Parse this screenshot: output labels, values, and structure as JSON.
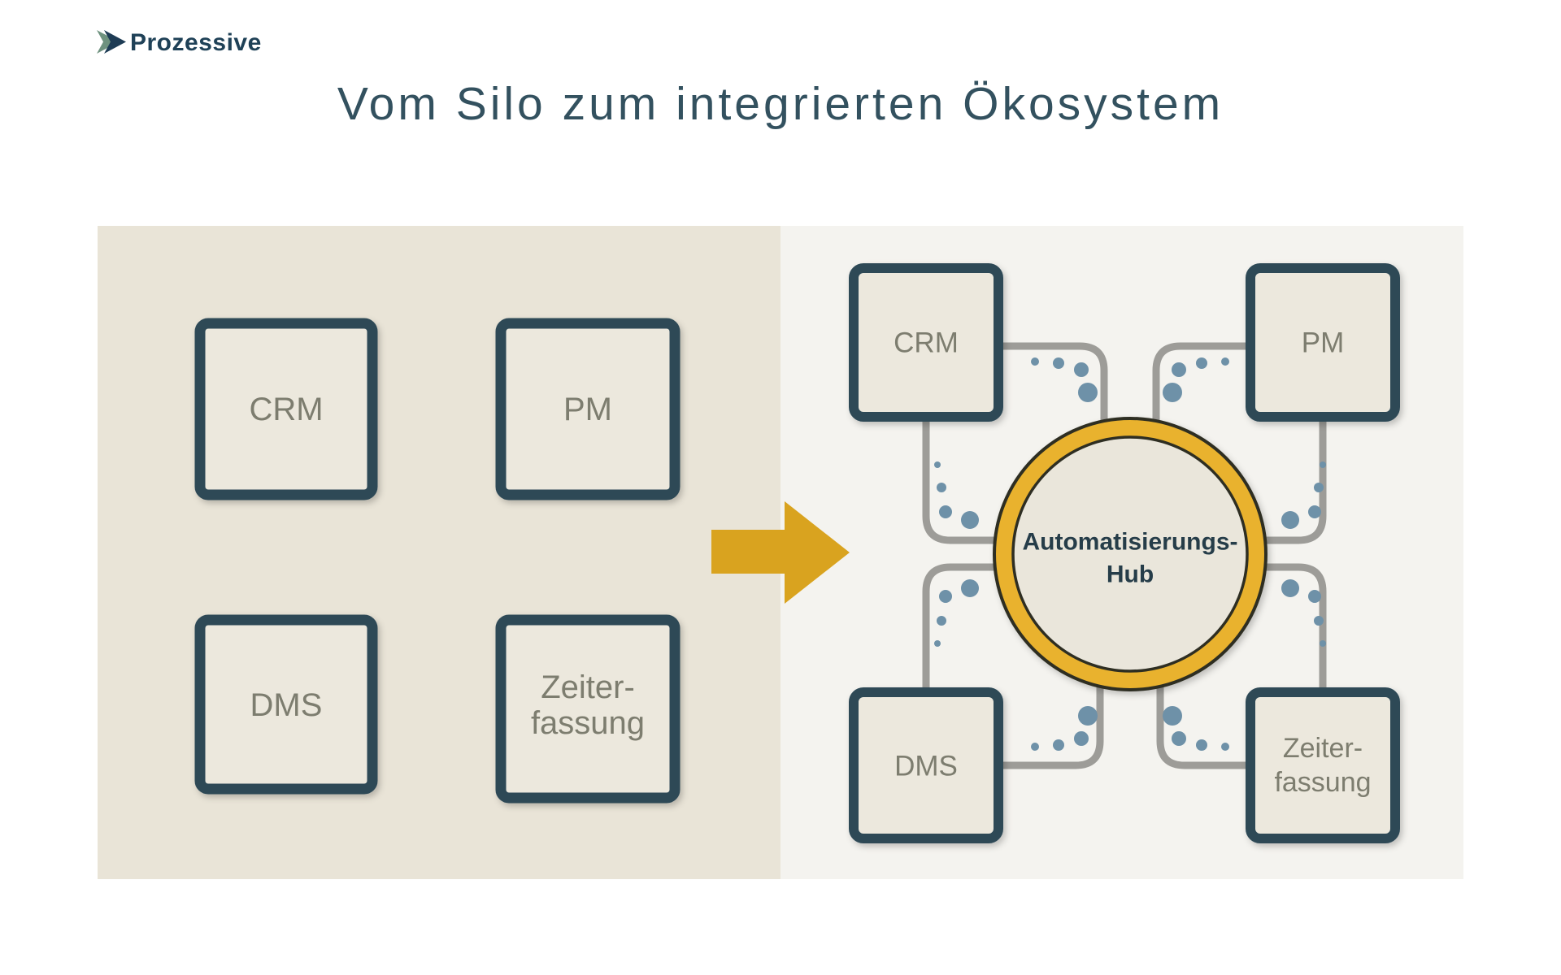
{
  "page": {
    "background": "#ffffff"
  },
  "logo": {
    "text": "Prozessive",
    "text_color": "#1f4157",
    "chevron_green": "#6e927f",
    "chevron_navy": "#1e3c55"
  },
  "title": {
    "text": "Vom Silo zum integrierten Ökosystem",
    "color": "#33515f"
  },
  "diagram": {
    "box_border_color": "#2e4a57",
    "box_fill": "#ece8dd",
    "box_label_color": "#7d7d6f",
    "left_panel": {
      "background": "#e9e4d7",
      "boxes": [
        {
          "label": "CRM"
        },
        {
          "label": "PM"
        },
        {
          "label": "DMS"
        },
        {
          "line1": "Zeiter-",
          "line2": "fassung"
        }
      ]
    },
    "arrow": {
      "color": "#d9a31f"
    },
    "right_panel": {
      "background": "#f4f3ef",
      "connector_color": "#9d9c98",
      "dot_color": "#6e91a8",
      "boxes": [
        {
          "label": "CRM"
        },
        {
          "label": "PM"
        },
        {
          "label": "DMS"
        },
        {
          "line1": "Zeiter-",
          "line2": "fassung"
        }
      ],
      "hub": {
        "line1": "Automatisierungs-",
        "line2": "Hub",
        "ring_color": "#e9b22d",
        "outline_color": "#2e2e24",
        "fill": "#eae6db",
        "text_color": "#263c49"
      }
    }
  }
}
